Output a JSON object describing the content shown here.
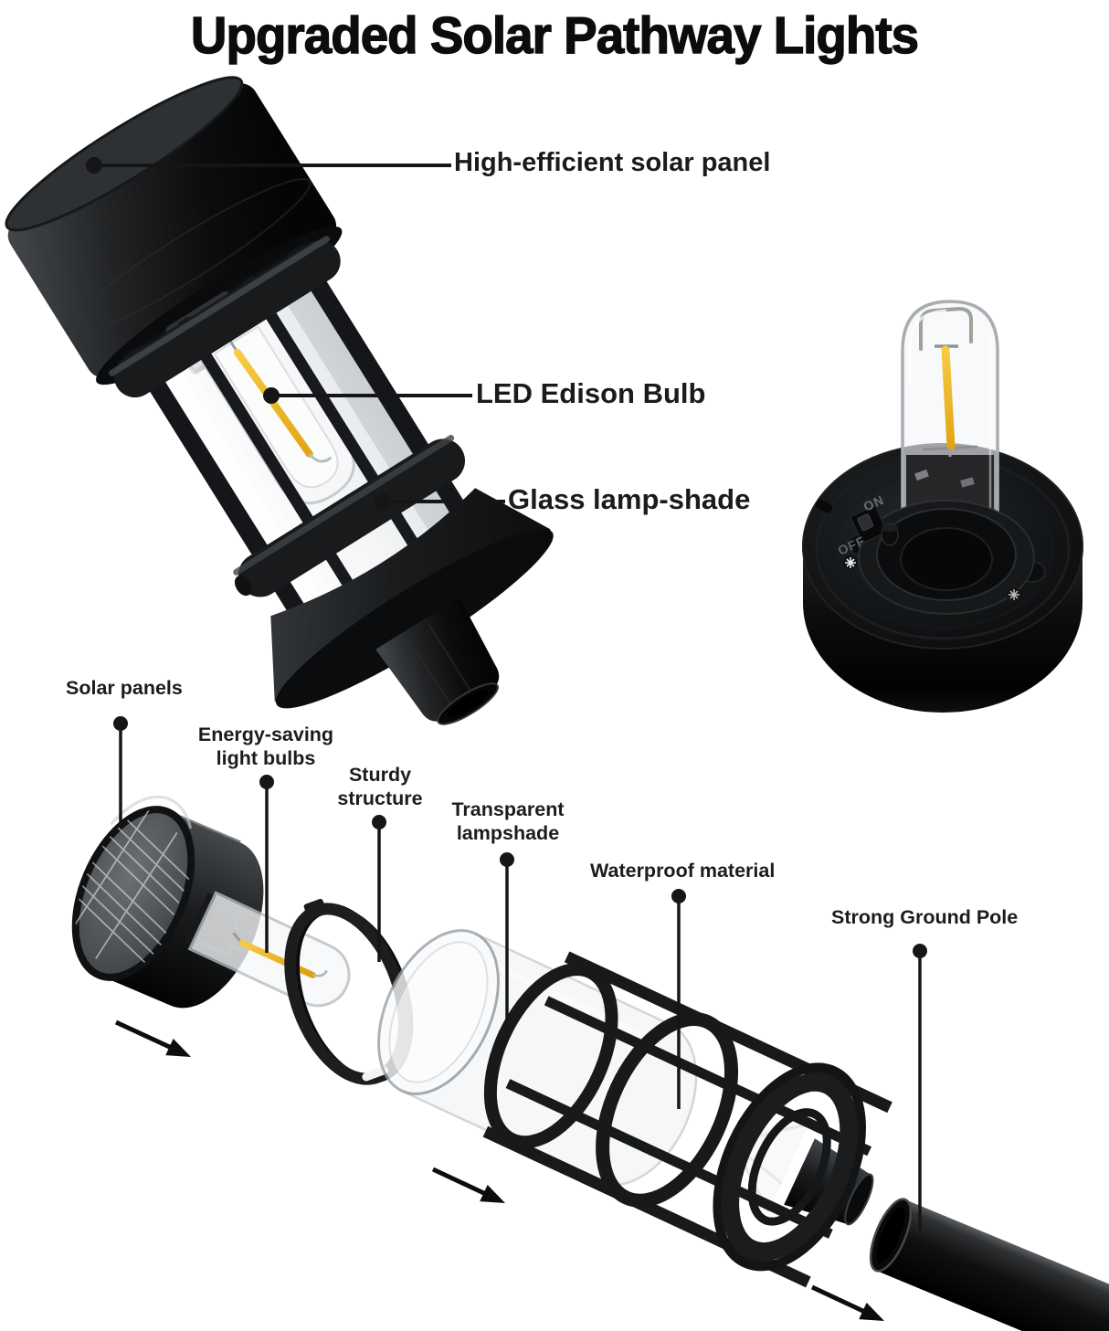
{
  "title": "Upgraded Solar Pathway Lights",
  "callouts": {
    "solar_panel": "High-efficient solar panel",
    "led_bulb": "LED Edison Bulb",
    "lamp_shade": "Glass lamp-shade"
  },
  "base_unit": {
    "on_label": "ON",
    "off_label": "OFF"
  },
  "exploded_callouts": {
    "solar_panels": "Solar panels",
    "energy_saving": "Energy-saving light bulbs",
    "sturdy": "Sturdy structure",
    "transparent": "Transparent lampshade",
    "waterproof": "Waterproof material",
    "ground_pole": "Strong Ground Pole"
  },
  "colors": {
    "filament_yellow": "#F2B82D",
    "body_black": "#121315",
    "text": "#1A1A1A",
    "glass_outline": "#A9AEB2"
  }
}
